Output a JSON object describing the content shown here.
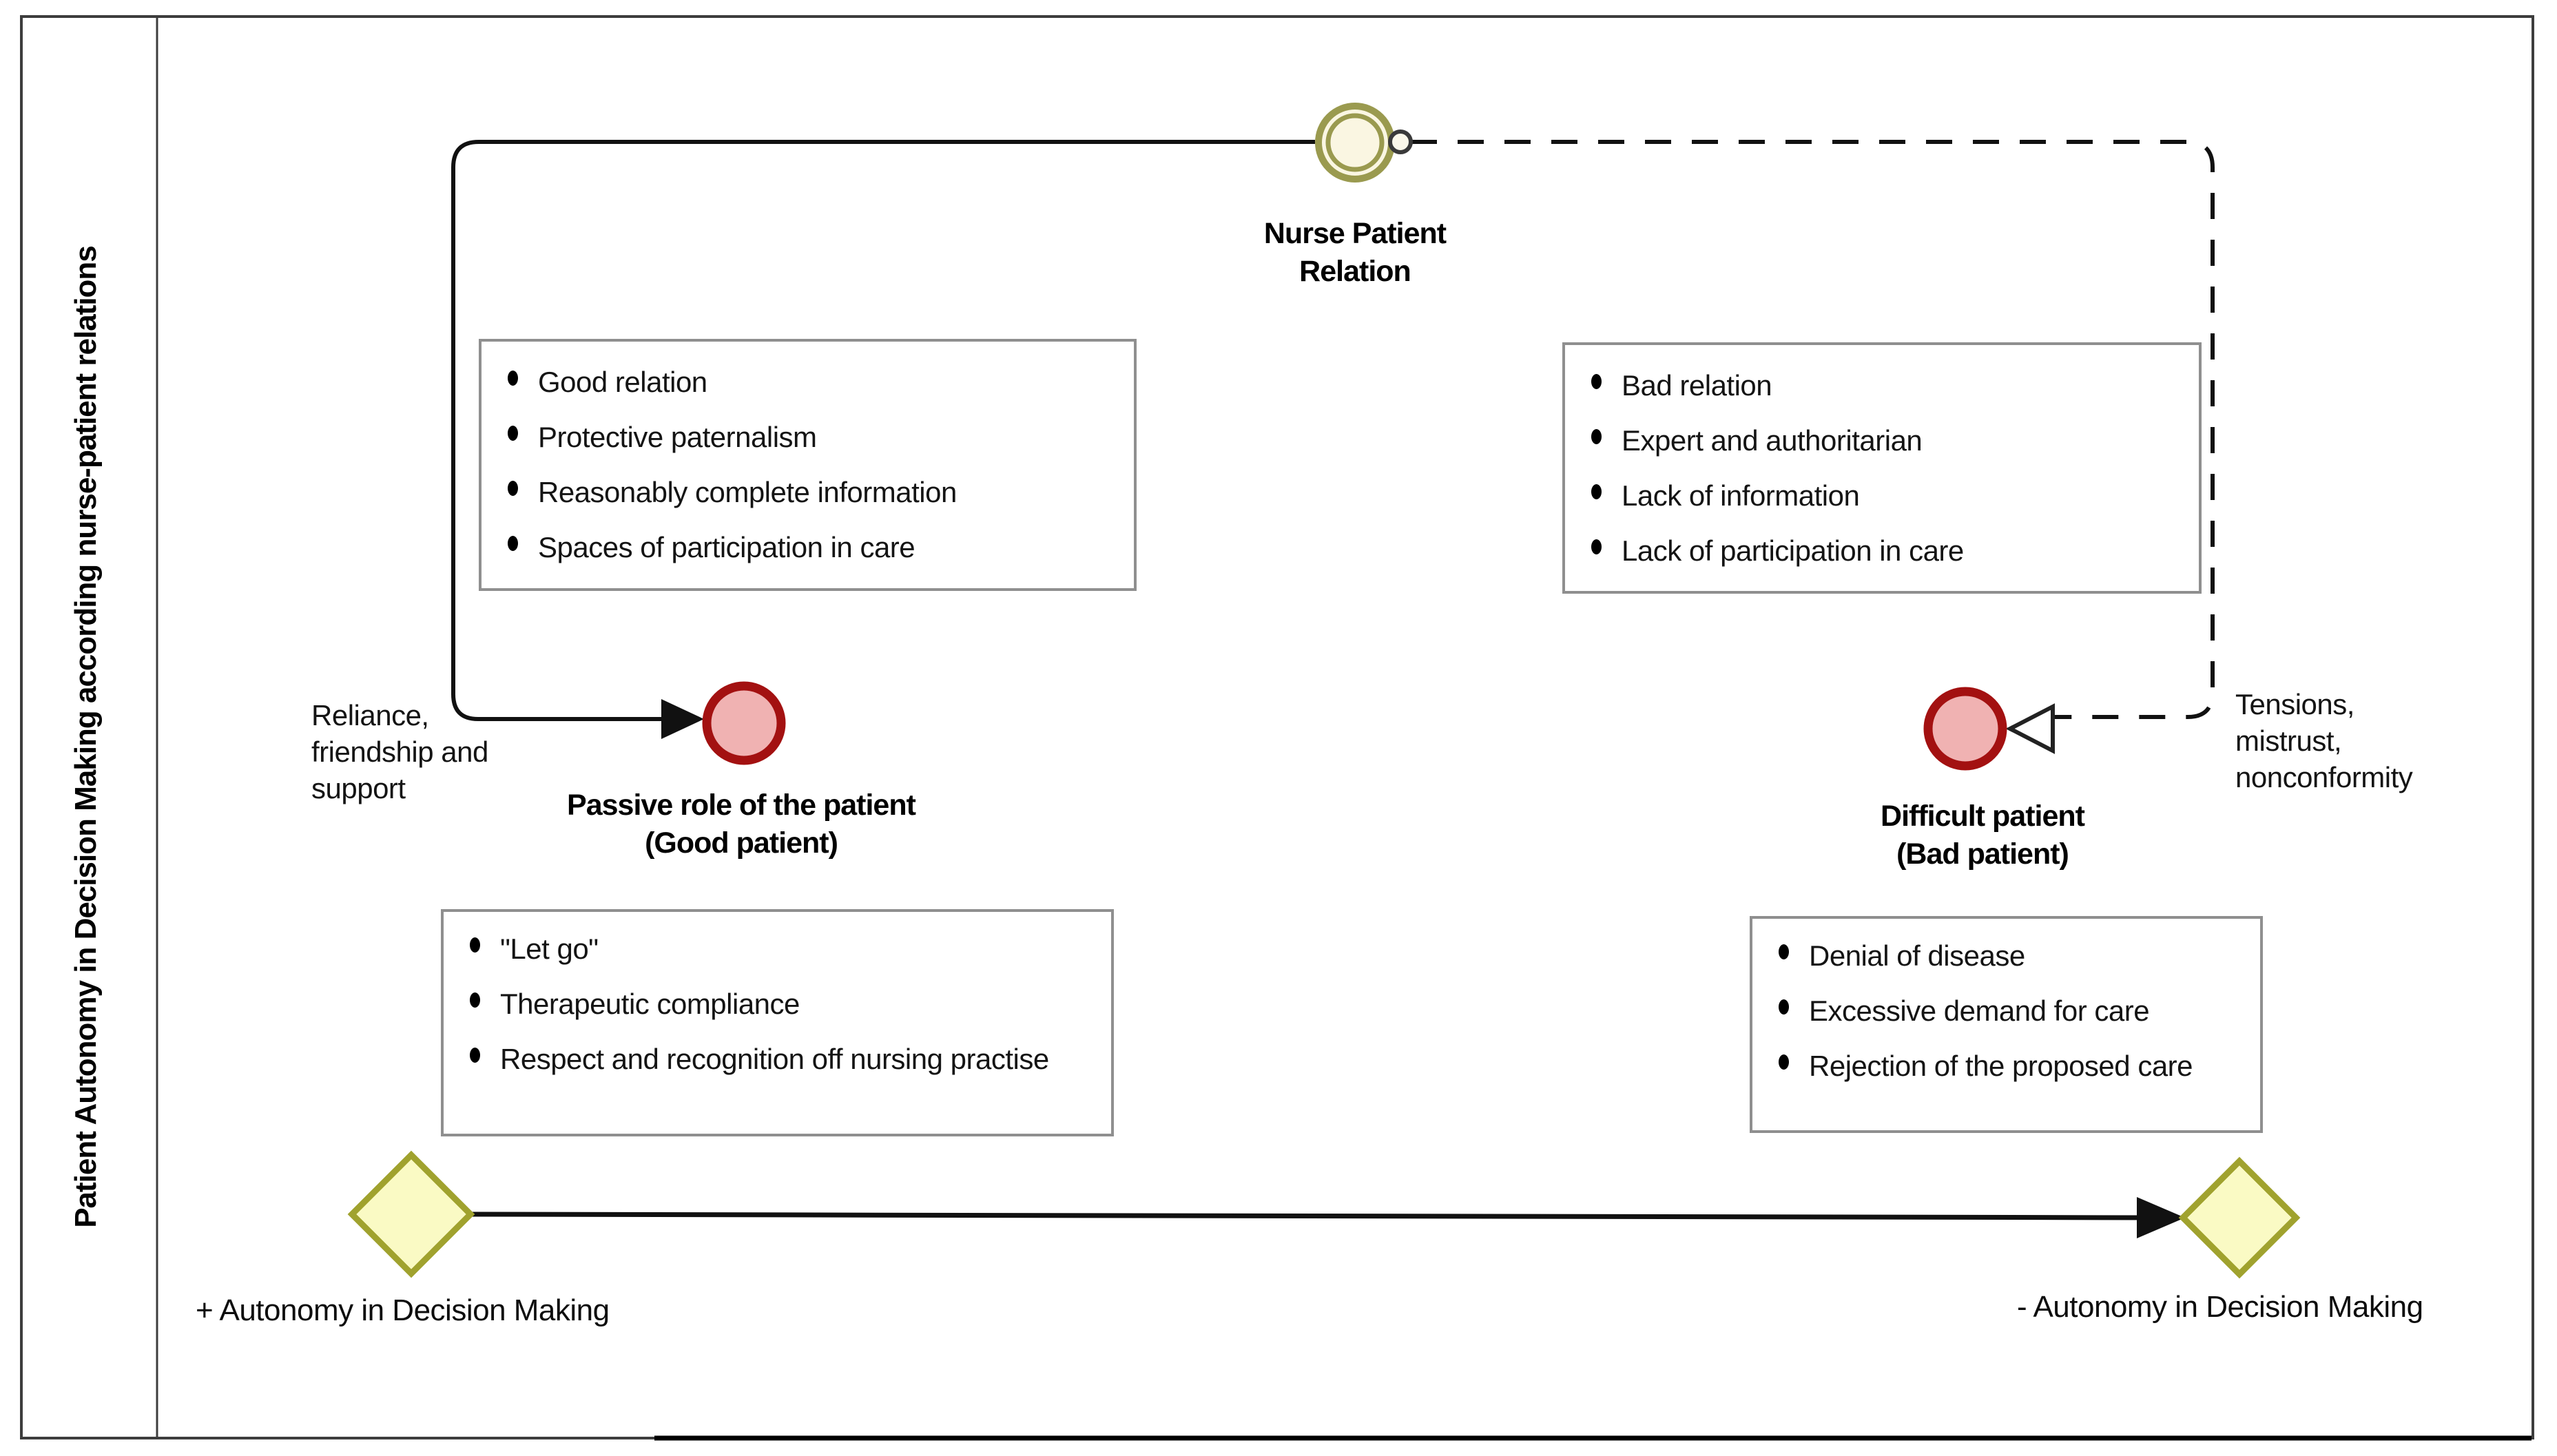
{
  "sidebar": {
    "title": "Patient Autonomy in Decision Making according nurse-patient relations"
  },
  "nodes": {
    "nurse_patient_relation": {
      "line1": "Nurse Patient",
      "line2": "Relation"
    },
    "passive_role": {
      "line1": "Passive role of the patient",
      "line2": "(Good patient)"
    },
    "difficult_patient": {
      "line1": "Difficult patient",
      "line2": "(Bad patient)"
    }
  },
  "edge_labels": {
    "reliance": {
      "line1": "Reliance,",
      "line2": "friendship and",
      "line3": "support"
    },
    "tensions": {
      "line1": "Tensions,",
      "line2": "mistrust,",
      "line3": "nonconformity"
    }
  },
  "axis": {
    "plus": "+ Autonomy in Decision Making",
    "minus": "- Autonomy in Decision Making"
  },
  "boxes": {
    "good_relation_traits": {
      "items": [
        "Good relation",
        "Protective paternalism",
        "Reasonably complete information",
        "Spaces of participation in care"
      ]
    },
    "bad_relation_traits": {
      "items": [
        "Bad relation",
        "Expert and authoritarian",
        "Lack of information",
        "Lack of participation in care"
      ]
    },
    "good_patient_traits": {
      "items": [
        "\"Let go\"",
        "Therapeutic compliance",
        "Respect and recognition off nursing practise"
      ]
    },
    "bad_patient_traits": {
      "items": [
        "Denial of disease",
        "Excessive demand for care",
        "Rejection of the proposed care"
      ]
    }
  },
  "colors": {
    "event_fill": "#faf6e2",
    "event_border": "#9a9a4f",
    "state_fill": "#f0b2b2",
    "state_border": "#a31111",
    "gateway_fill": "#fafac4",
    "gateway_border": "#a0a22e",
    "box_border": "#8f8f8f",
    "frame_border": "#3d3d3d",
    "line": "#111111"
  }
}
